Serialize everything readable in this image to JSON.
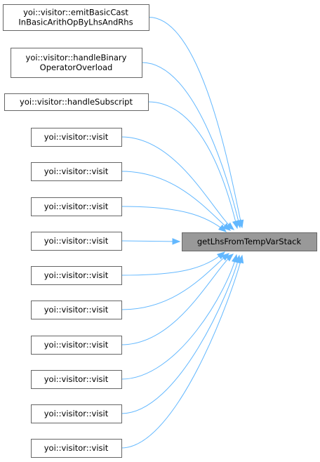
{
  "target": {
    "label": "getLhsFromTempVarStack"
  },
  "callers": [
    {
      "id": "emit-basic-cast",
      "lines": [
        "yoi::visitor::emitBasicCast",
        "InBasicArithOpByLhsAndRhs"
      ]
    },
    {
      "id": "handle-binary-operator-overload",
      "lines": [
        "yoi::visitor::handleBinary",
        "OperatorOverload"
      ]
    },
    {
      "id": "handle-subscript",
      "lines": [
        "yoi::visitor::handleSubscript"
      ]
    },
    {
      "id": "visit-1",
      "lines": [
        "yoi::visitor::visit"
      ]
    },
    {
      "id": "visit-2",
      "lines": [
        "yoi::visitor::visit"
      ]
    },
    {
      "id": "visit-3",
      "lines": [
        "yoi::visitor::visit"
      ]
    },
    {
      "id": "visit-4",
      "lines": [
        "yoi::visitor::visit"
      ]
    },
    {
      "id": "visit-5",
      "lines": [
        "yoi::visitor::visit"
      ]
    },
    {
      "id": "visit-6",
      "lines": [
        "yoi::visitor::visit"
      ]
    },
    {
      "id": "visit-7",
      "lines": [
        "yoi::visitor::visit"
      ]
    },
    {
      "id": "visit-8",
      "lines": [
        "yoi::visitor::visit"
      ]
    },
    {
      "id": "visit-9",
      "lines": [
        "yoi::visitor::visit"
      ]
    },
    {
      "id": "visit-10",
      "lines": [
        "yoi::visitor::visit"
      ]
    }
  ],
  "colors": {
    "edge": "#63b8ff",
    "target_fill": "#999999",
    "node_border": "#666666"
  }
}
